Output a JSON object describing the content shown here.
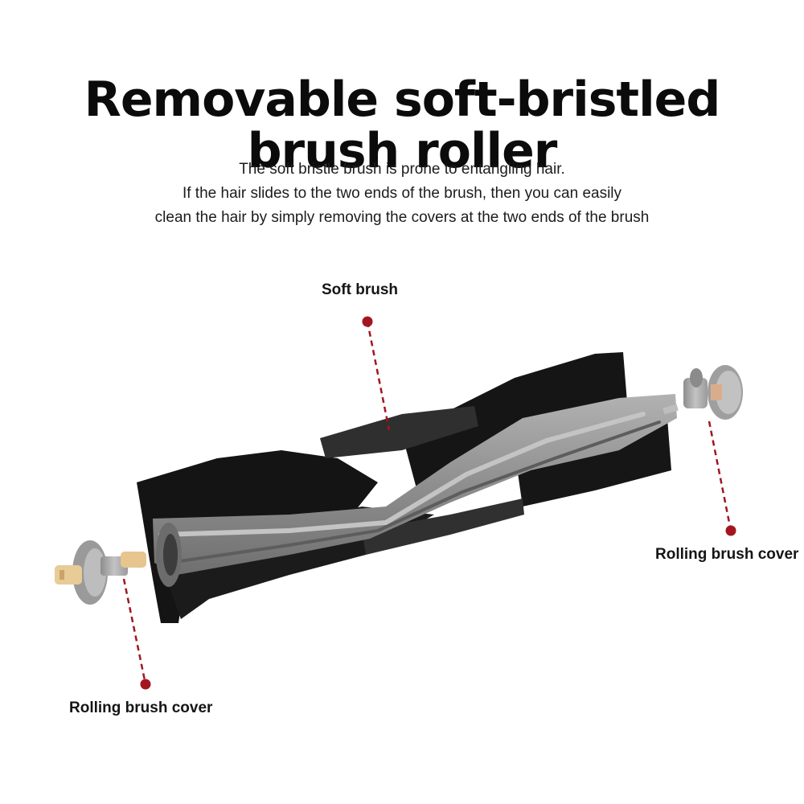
{
  "headline": {
    "line1": "Removable soft-bristled",
    "line2": "brush roller"
  },
  "subtitle": {
    "line1": "The soft bristle brush is prone to entangling hair.",
    "line2": "If the hair slides to the two ends of the brush, then you can easily",
    "line3": "clean the hair by simply removing the covers at the two ends of the brush"
  },
  "callouts": {
    "soft_brush": "Soft brush",
    "right_cover": "Rolling brush cover",
    "left_cover": "Rolling brush cover"
  },
  "colors": {
    "marker": "#a3151f",
    "bristle": "#161616",
    "core": "#8c8c8c",
    "cap": "#a7a7a7",
    "axle": "#e4c690"
  }
}
